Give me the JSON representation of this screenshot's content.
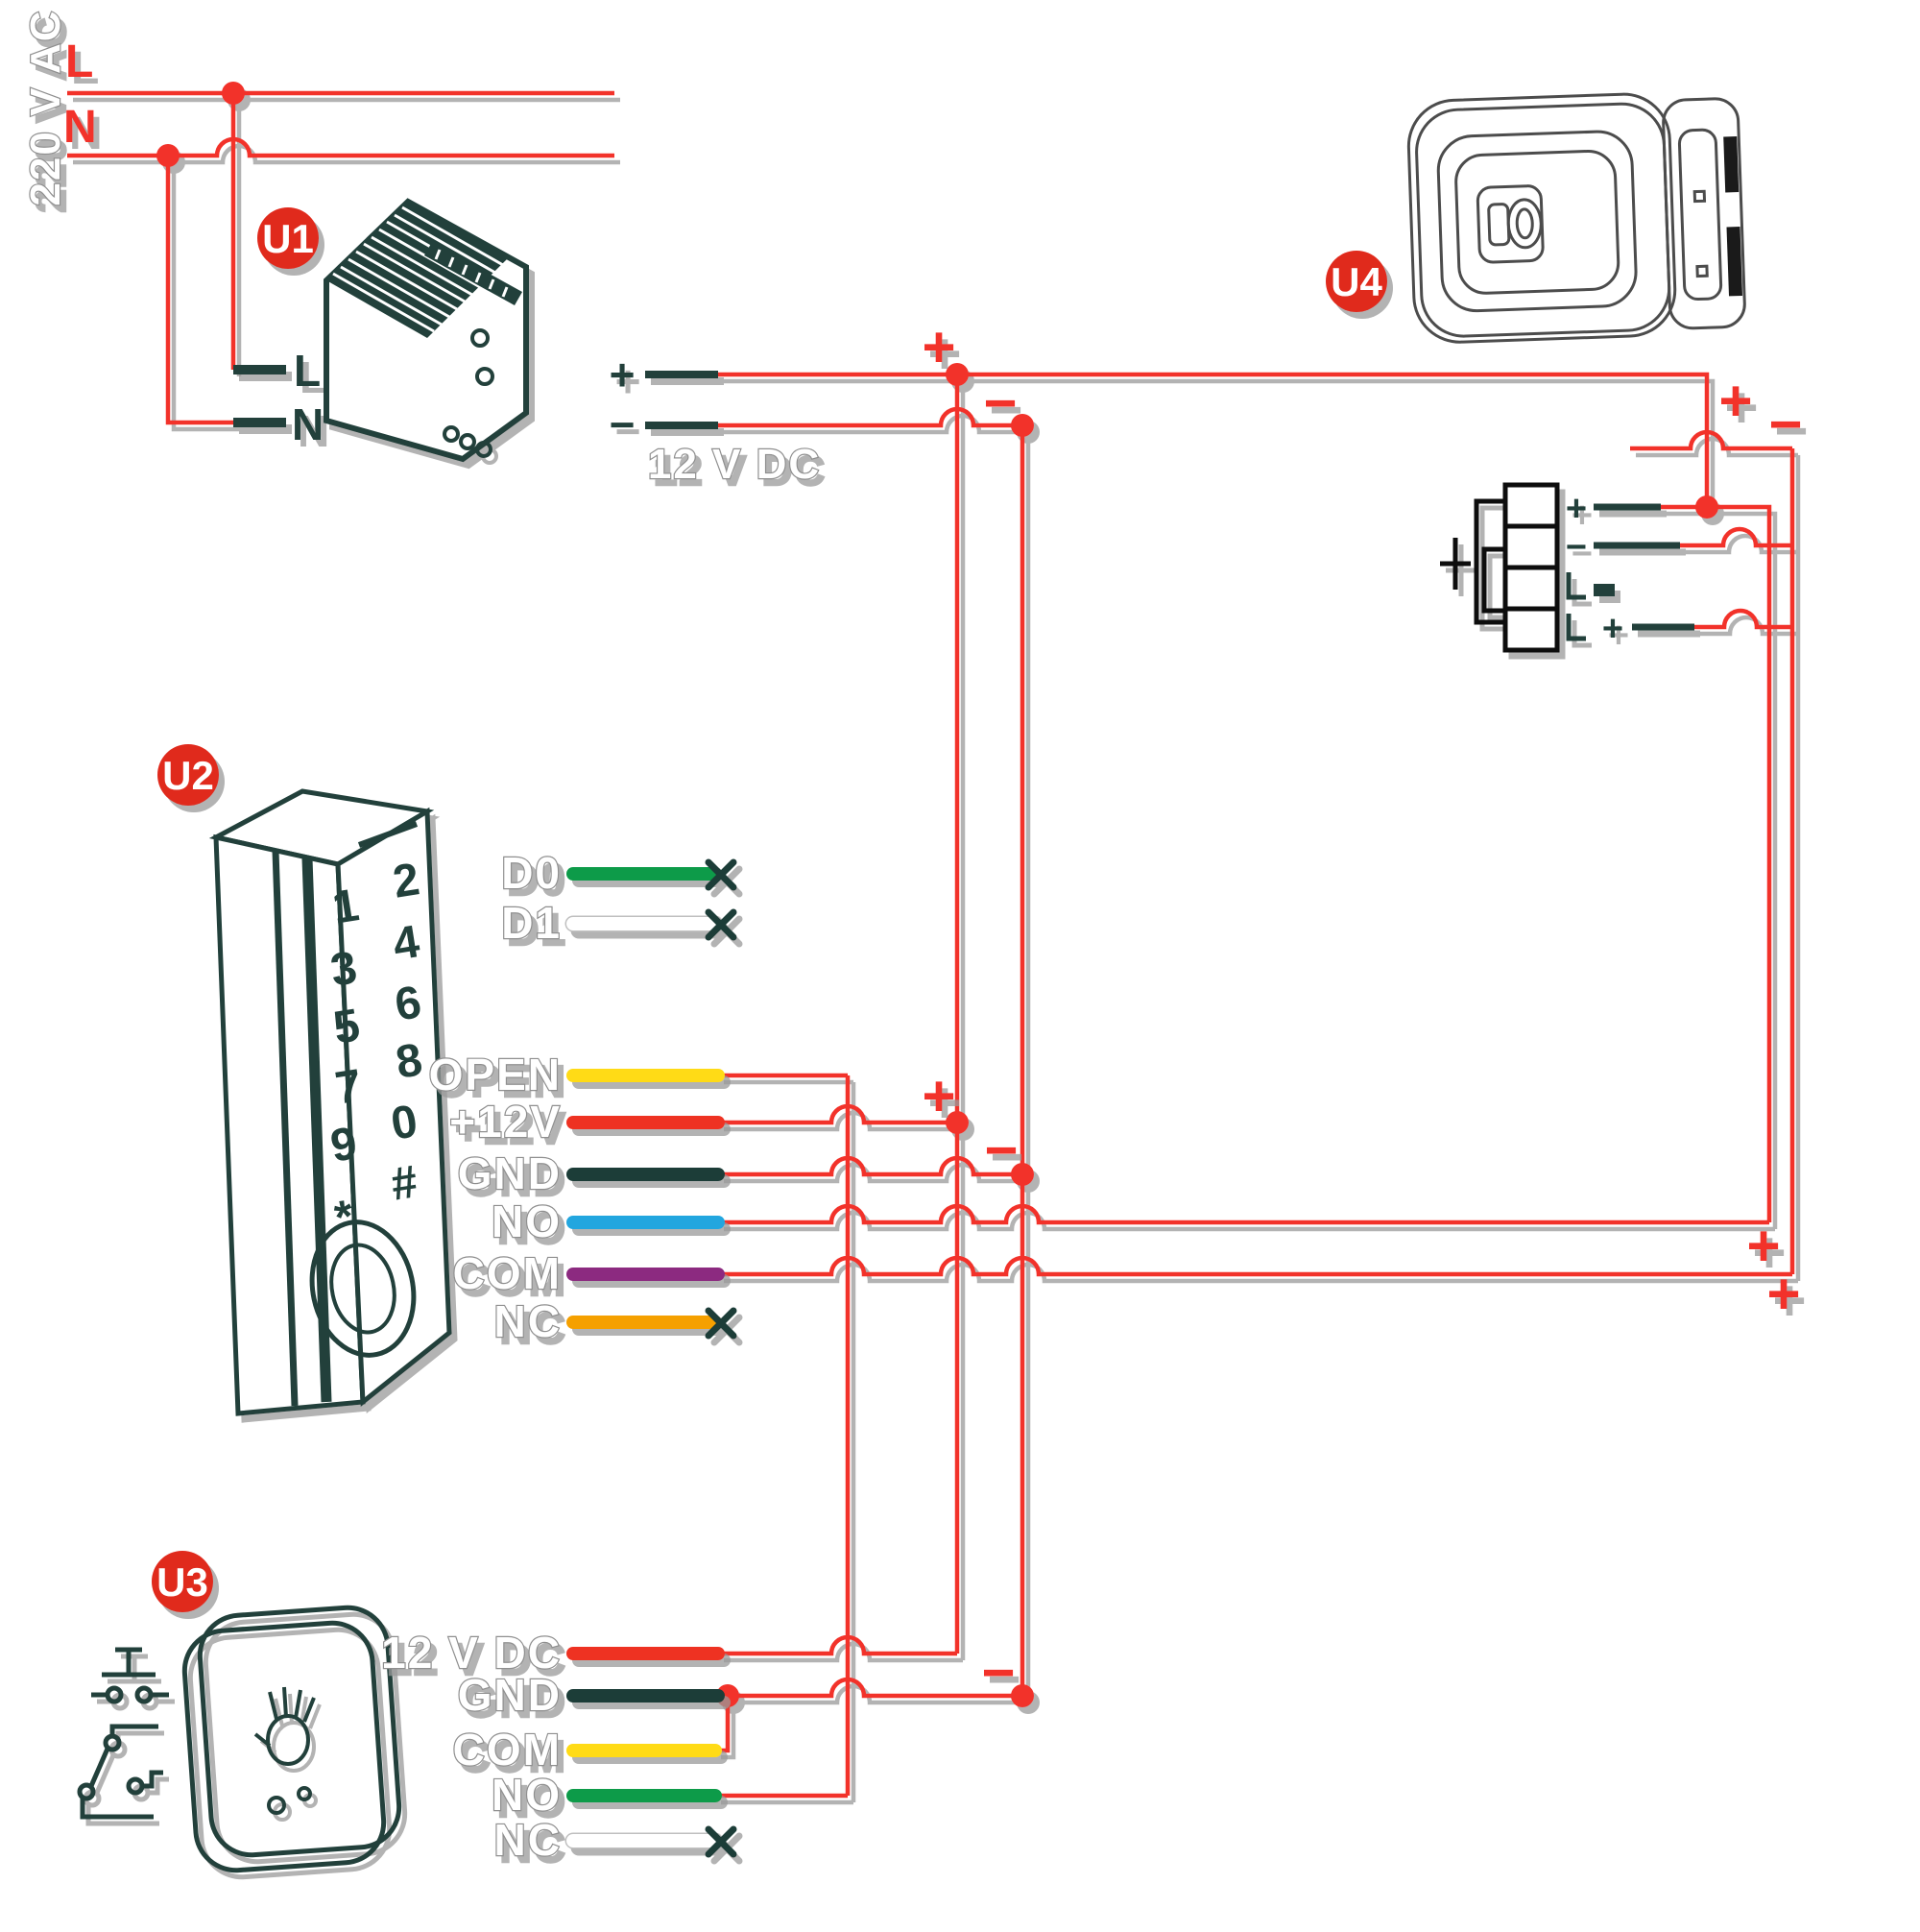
{
  "colors": {
    "red_line": "#f2322b",
    "badge_red": "#e02a1f",
    "shadow": "#9a9a9a",
    "dark": "#21403b",
    "label_fill": "#ffffff",
    "label_stroke": "#8f8f8f",
    "wire_dark": "#1d3c38",
    "wire_green": "#109b48",
    "wire_white": "#ffffff",
    "wire_yellow": "#ffdb12",
    "wire_red": "#ee3124",
    "wire_blue": "#22a6df",
    "wire_purple": "#8c2a80",
    "wire_orange": "#f5a000"
  },
  "marks": {
    "plus": "+",
    "minus": "−"
  },
  "ac": {
    "voltage_label": "220 V AC",
    "line_l": "L",
    "line_n": "N"
  },
  "psu": {
    "badge": "U1",
    "terminal_l": "L",
    "terminal_n": "N",
    "output_label": "12 V DC"
  },
  "lock": {
    "badge": "U4",
    "pin1": "+",
    "pin2": "−",
    "pin4": "+"
  },
  "keypad": {
    "badge": "U2",
    "keys": [
      "1",
      "2",
      "3",
      "4",
      "5",
      "6",
      "7",
      "8",
      "9",
      "0",
      "*",
      "#"
    ],
    "wires": [
      {
        "label": "D0",
        "color": "#109b48"
      },
      {
        "label": "D1",
        "color": "#ffffff"
      },
      {
        "label": "OPEN",
        "color": "#ffdb12"
      },
      {
        "label": "+12V",
        "color": "#ee3124"
      },
      {
        "label": "GND",
        "color": "#1d3c38"
      },
      {
        "label": "NO",
        "color": "#22a6df"
      },
      {
        "label": "COM",
        "color": "#8c2a80"
      },
      {
        "label": "NC",
        "color": "#f5a000"
      }
    ]
  },
  "exit_button": {
    "badge": "U3",
    "wires": [
      {
        "label": "12 V DC",
        "color": "#ee3124"
      },
      {
        "label": "GND",
        "color": "#1d3c38"
      },
      {
        "label": "COM",
        "color": "#ffdb12"
      },
      {
        "label": "NO",
        "color": "#109b48"
      },
      {
        "label": "NC",
        "color": "#ffffff"
      }
    ]
  }
}
